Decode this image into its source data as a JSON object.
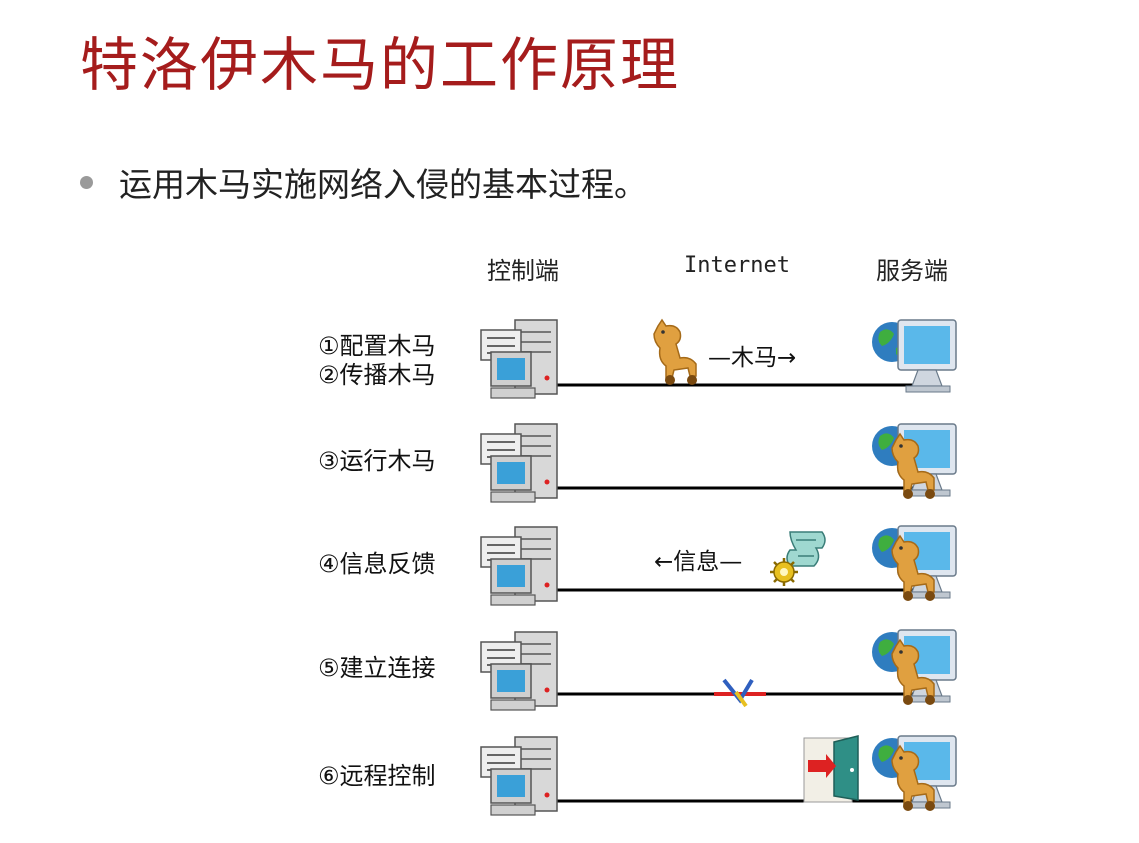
{
  "title": "特洛伊木马的工作原理",
  "bullet": "运用木马实施网络入侵的基本过程。",
  "columns": {
    "control": "控制端",
    "internet": "Internet",
    "server": "服务端"
  },
  "steps": [
    {
      "lines": [
        "①配置木马",
        "②传播木马"
      ],
      "message": "—木马→",
      "icons": [
        "trojan-horse-icon"
      ]
    },
    {
      "lines": [
        "③运行木马"
      ],
      "message": "",
      "icons": []
    },
    {
      "lines": [
        "④信息反馈"
      ],
      "message": "←信息—",
      "icons": [
        "document-icon",
        "gear-icon"
      ]
    },
    {
      "lines": [
        "⑤建立连接"
      ],
      "message": "",
      "icons": [
        "connection-icon"
      ]
    },
    {
      "lines": [
        "⑥远程控制"
      ],
      "message": "",
      "icons": [
        "door-icon"
      ]
    }
  ],
  "colors": {
    "title": "#a51c1c",
    "line": "#000000",
    "horse": "#e0a040",
    "monitor": "#4aa8d8"
  }
}
